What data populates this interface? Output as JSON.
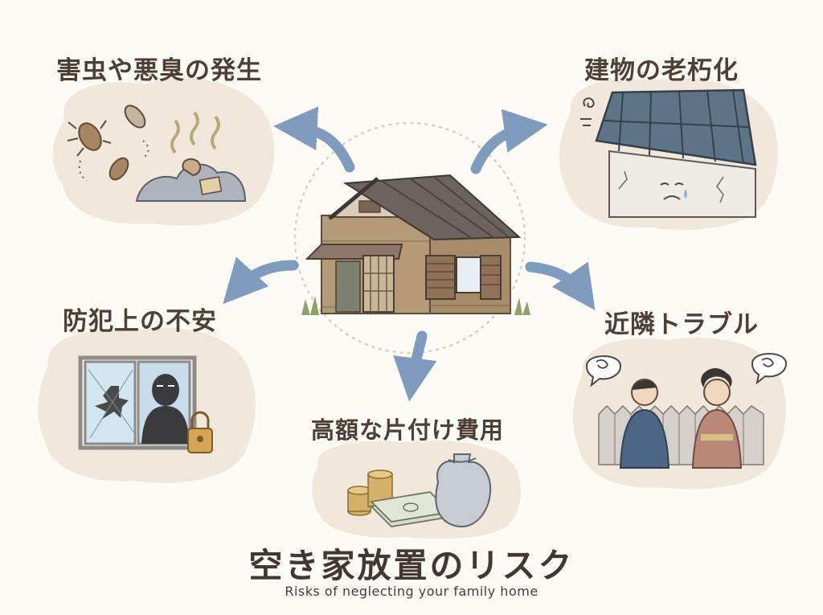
{
  "title": "空き家放置のリスク",
  "subtitle": "Risks of neglecting your family home",
  "risks": {
    "pests": "害虫や悪臭の発生",
    "decay": "建物の老朽化",
    "security": "防犯上の不安",
    "neighbors": "近隣トラブル",
    "cost": "高額な片付け費用"
  },
  "colors": {
    "background": "#fdfbf6",
    "blob": "#f1e8db",
    "arrow": "#7f9bbd",
    "text": "#4a3c33"
  }
}
